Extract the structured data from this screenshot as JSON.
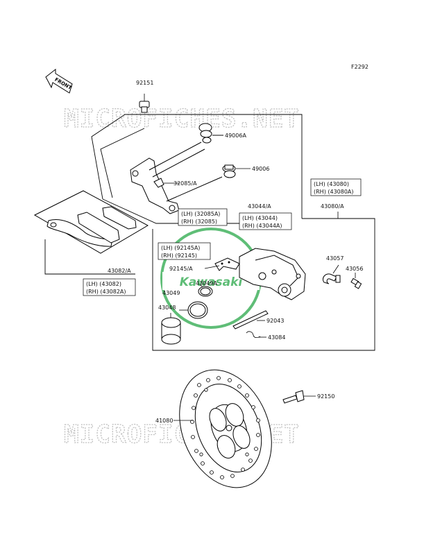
{
  "figure_code": "F2292",
  "front_arrow_label": "FRONT",
  "watermark": "MICROFICHES.NET",
  "logo_text": "Kawasaki",
  "parts": {
    "p92151": "92151",
    "p49006a": "49006A",
    "p49006": "49006",
    "p32085a": "32085/A",
    "p43044a": "43044/A",
    "p43080a": "43080/A",
    "p43082a": "43082/A",
    "p92145a": "92145/A",
    "p43049a": "43049A",
    "p43049": "43049",
    "p43048": "43048",
    "p43057": "43057",
    "p43056": "43056",
    "p92043": "92043",
    "p43084": "43084",
    "p92150": "92150",
    "p41080": "41080"
  },
  "variant_boxes": {
    "b43080": [
      "(LH)  (43080)",
      "(RH)  (43080A)"
    ],
    "b32085": [
      "(LH)  (32085A)",
      "(RH)  (32085)"
    ],
    "b43044": [
      "(LH)  (43044)",
      "(RH)  (43044A)"
    ],
    "b43082": [
      "(LH)  (43082)",
      "(RH)  (43082A)"
    ],
    "b92145": [
      "(LH)  (92145A)",
      "(RH)  (92145)"
    ]
  }
}
